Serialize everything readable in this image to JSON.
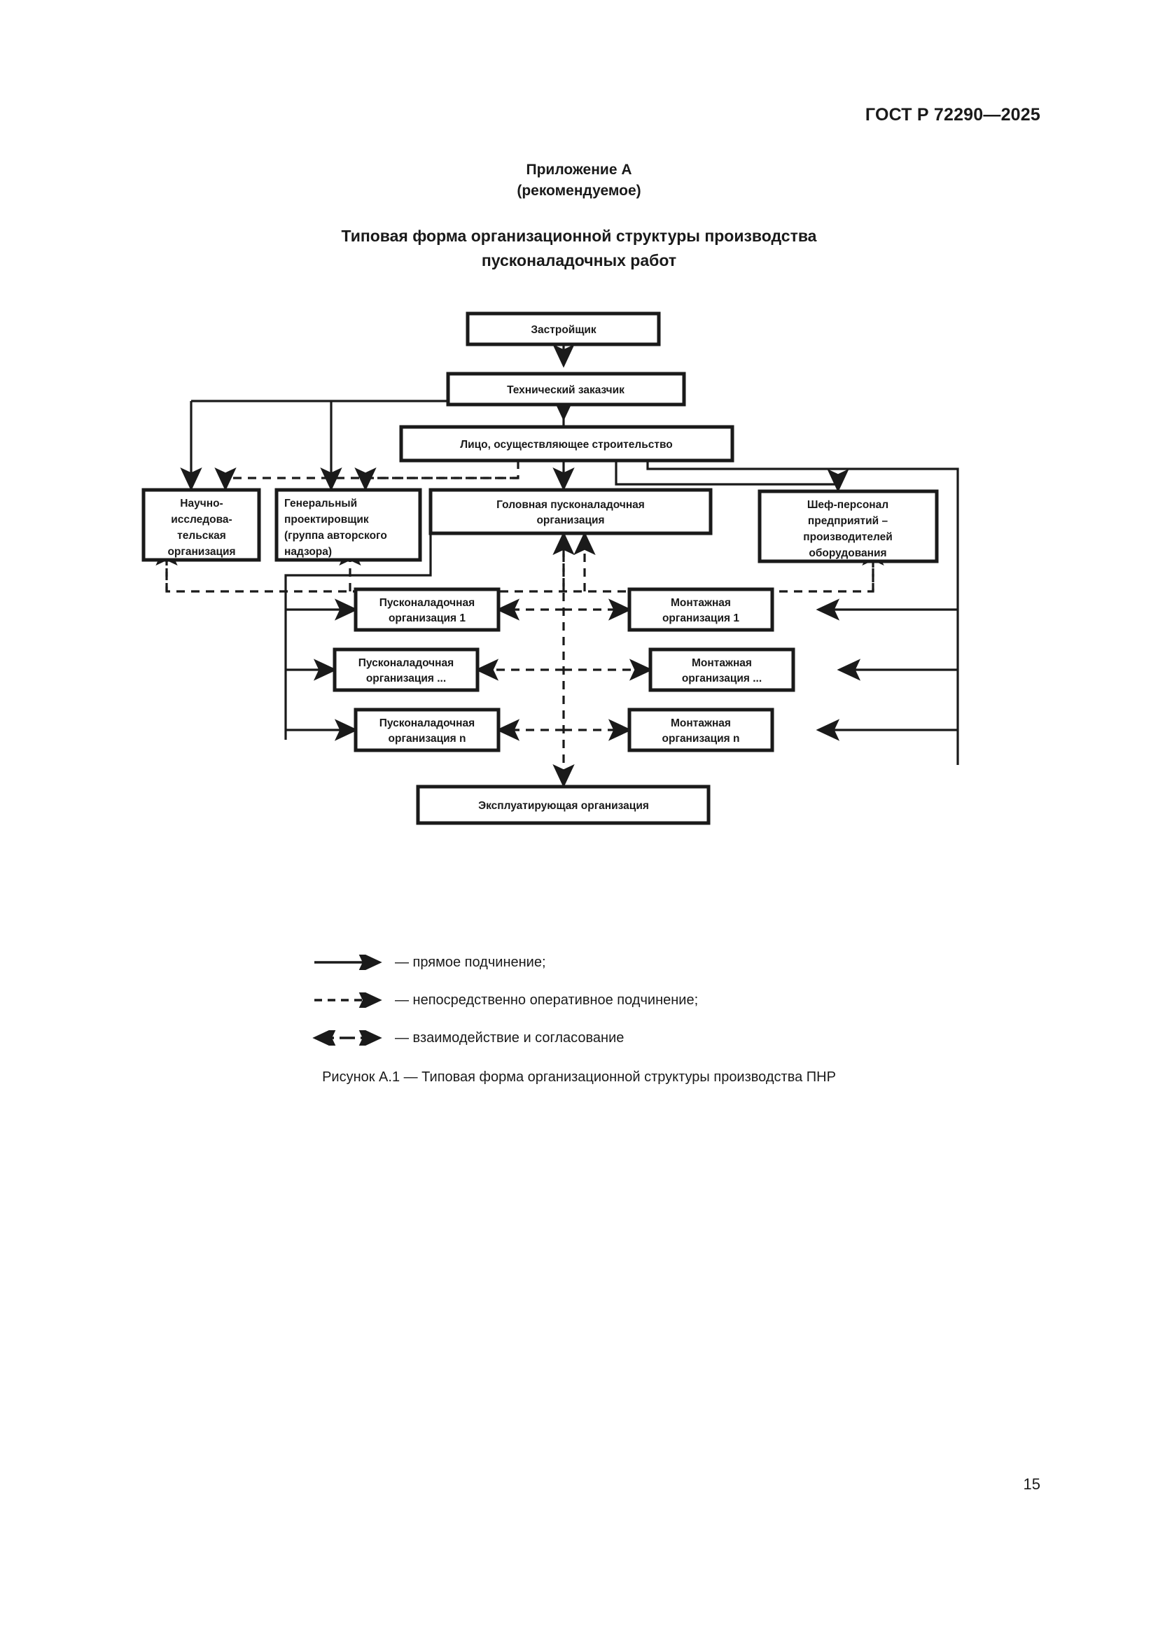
{
  "header": {
    "standard": "ГОСТ Р 72290—2025"
  },
  "appendix": {
    "label": "Приложение А",
    "kind": "(рекомендуемое)",
    "title_line1": "Типовая форма организационной структуры производства",
    "title_line2": "пусконаладочных работ"
  },
  "diagram": {
    "nodes": {
      "zastroyshchik": "Застройщик",
      "tech_zakazchik": "Технический заказчик",
      "litso_stroitelstvo": "Лицо, осуществляющее строительство",
      "nio_l1": "Научно-",
      "nio_l2": "исследова-",
      "nio_l3": "тельская",
      "nio_l4": "организация",
      "genproekt_l1": "Генеральный",
      "genproekt_l2": "проектировщик",
      "genproekt_l3": "(группа авторского",
      "genproekt_l4": "надзора)",
      "golovnaya_l1": "Головная пусконаладочная",
      "golovnaya_l2": "организация",
      "shef_l1": "Шеф-персонал",
      "shef_l2": "предприятий –",
      "shef_l3": "производителей",
      "shef_l4": "оборудования",
      "pnr1_l1": "Пусконаладочная",
      "pnr1_l2": "организация 1",
      "pnr2_l1": "Пусконаладочная",
      "pnr2_l2": "организация ...",
      "pnr3_l1": "Пусконаладочная",
      "pnr3_l2_pre": "организация ",
      "pnr3_l2_var": "n",
      "mont1_l1": "Монтажная",
      "mont1_l2": "организация 1",
      "mont2_l1": "Монтажная",
      "mont2_l2": "организация ...",
      "mont3_l1": "Монтажная",
      "mont3_l2_pre": "организация ",
      "mont3_l2_var": "n",
      "expluat": "Эксплуатирующая организация"
    }
  },
  "legend": {
    "items": [
      {
        "glyph": "solid-arrow-right",
        "text": "— прямое подчинение;"
      },
      {
        "glyph": "dashed-arrow-right",
        "text": "— непосредственно оперативное подчинение;"
      },
      {
        "glyph": "dashed-arrow-bidirectional",
        "text": "— взаимодействие и согласование"
      }
    ]
  },
  "caption": {
    "text": "Рисунок А.1 — Типовая форма организационной структуры производства ПНР"
  },
  "footer": {
    "page_number": "15"
  },
  "colors": {
    "ink": "#1a1a1a",
    "paper": "#ffffff"
  }
}
